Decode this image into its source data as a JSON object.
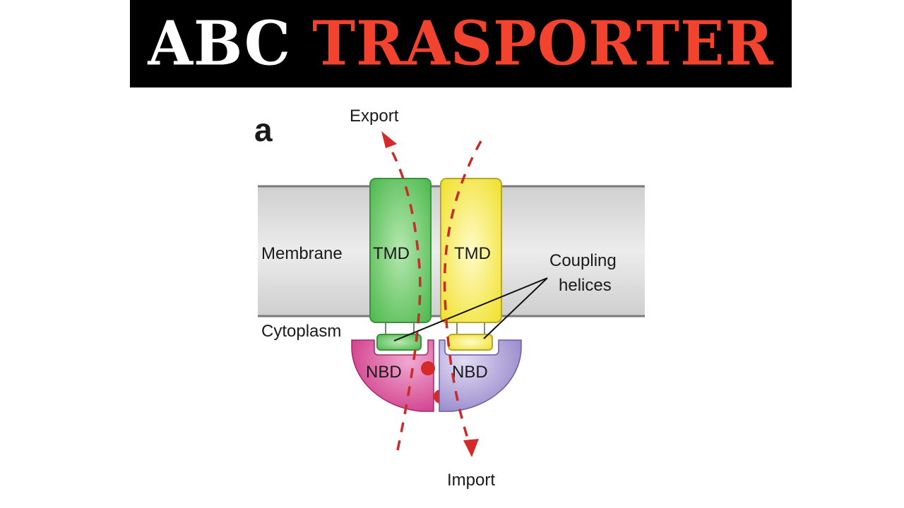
{
  "banner": {
    "title_white": "ABC",
    "title_red": "TRASPORTER",
    "colors": {
      "background": "#000000",
      "white": "#ffffff",
      "red": "#f2432f"
    }
  },
  "diagram": {
    "panel_label": "a",
    "labels": {
      "export": "Export",
      "import": "Import",
      "membrane": "Membrane",
      "cytoplasm": "Cytoplasm",
      "tmd_left": "TMD",
      "tmd_right": "TMD",
      "coupling_helices_line1": "Coupling",
      "coupling_helices_line2": "helices",
      "nbd_left": "NBD",
      "nbd_right": "NBD"
    },
    "colors": {
      "membrane": "#d6d6d6",
      "tmd_left": "#5cc35c",
      "tmd_right": "#f2e640",
      "nbd_left": "#d63a8c",
      "nbd_right": "#9a8ccc",
      "arrow": "#d42a2a"
    }
  }
}
